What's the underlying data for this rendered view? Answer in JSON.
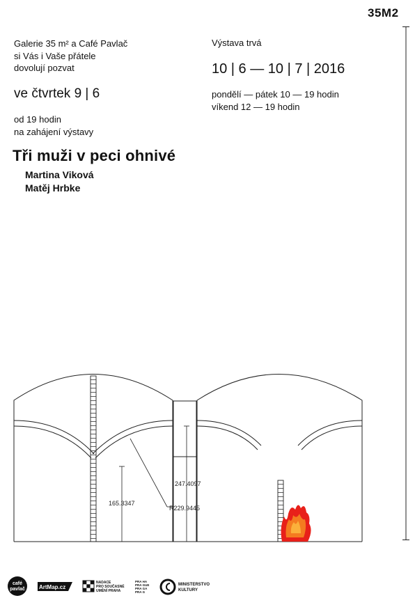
{
  "header": {
    "brand": "35M2"
  },
  "invitation": {
    "lines": [
      "Galerie 35 m² a Café Pavlač",
      "si Vás i Vaše přátele",
      "dovolují pozvat"
    ],
    "day": "ve čtvrtek 9 | 6",
    "time_lines": [
      "od 19 hodin",
      "na zahájení výstavy"
    ]
  },
  "exhibition": {
    "title": "Tři muži v peci ohnivé",
    "artists": [
      "Martina Viková",
      "Matěj Hrbke"
    ],
    "runs_label": "Výstava trvá",
    "dates": "10 | 6 — 10 | 7 | 2016",
    "hours": [
      "pondělí — pátek 10 — 19 hodin",
      "víkend 12 — 19 hodin"
    ]
  },
  "drawing": {
    "dim_height_1": "165.3347",
    "dim_height_2": "247.4097",
    "dim_radius": "R229.9445",
    "flame_colors": [
      "#e8201a",
      "#f47b20",
      "#fbb03b"
    ]
  },
  "logos": {
    "cafe_line1": "café",
    "cafe_line2": "pavlač",
    "artmap": "ArtMap.cz",
    "nadace": [
      "NADACE",
      "PRO SOUČASNÉ",
      "UMĚNÍ PRAHA"
    ],
    "praha": [
      "PRA HA",
      "PRA GUE",
      "PRA GA",
      "PRA G"
    ],
    "ministerstvo": [
      "MINISTERSTVO",
      "KULTURY"
    ]
  }
}
